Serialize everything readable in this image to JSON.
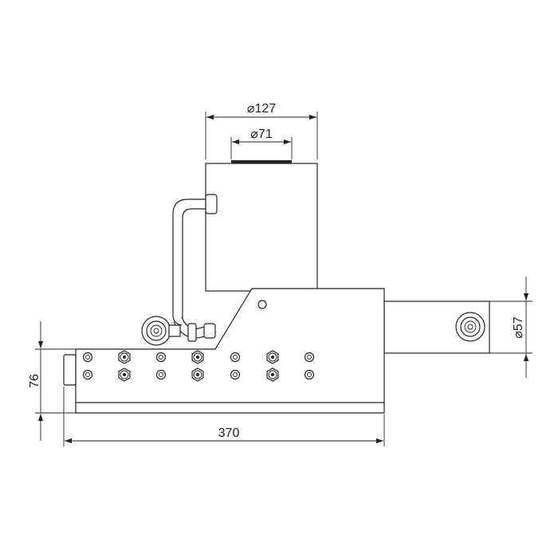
{
  "dimensions": {
    "cylinder_outer_diameter": "127",
    "plunger_diameter": "71",
    "rod_diameter": "57",
    "base_height": "76",
    "total_length": "370"
  },
  "diameter_symbol": "⌀",
  "colors": {
    "line": "#222222",
    "background": "#ffffff"
  }
}
